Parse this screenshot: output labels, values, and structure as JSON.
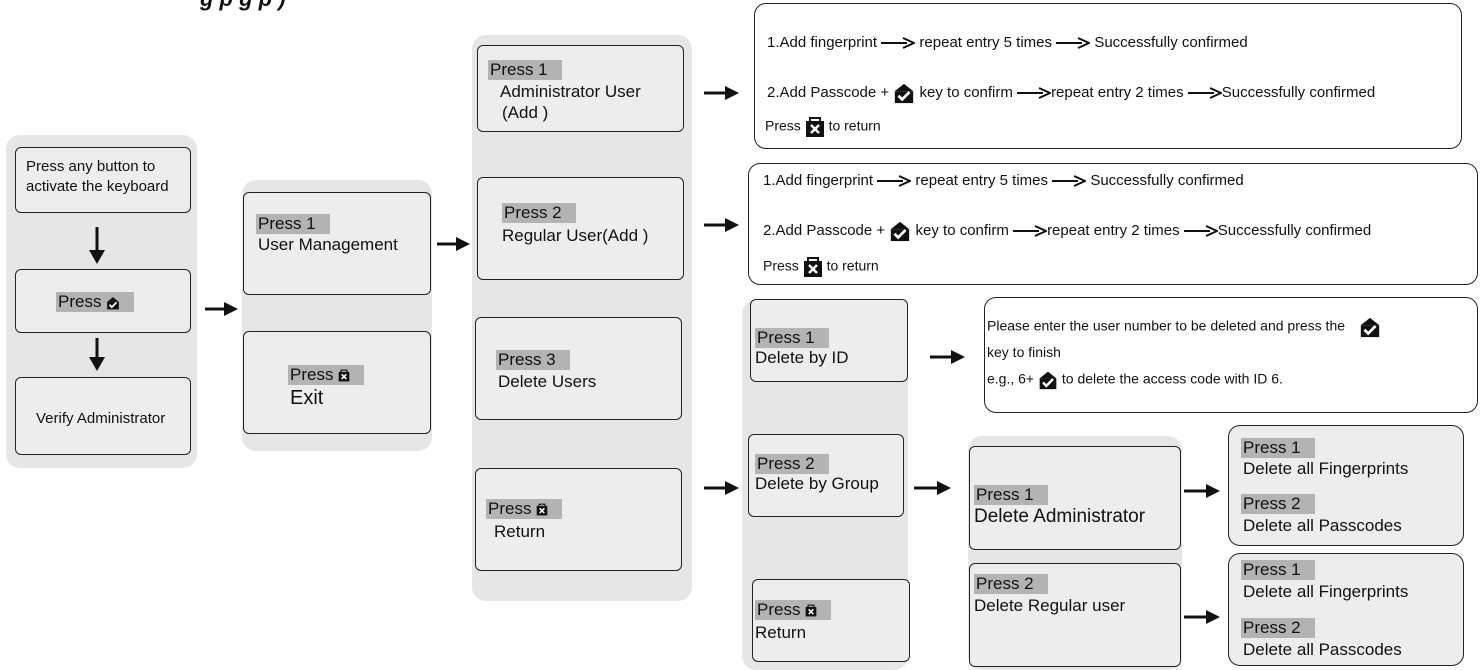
{
  "title": "g                                              p               g p     )",
  "col1": {
    "box_activate": [
      "Press any button to",
      "activate the keyboard"
    ],
    "box_press": "Press",
    "box_verify": "Verify Administrator"
  },
  "col2": {
    "user_mgmt": {
      "press": "Press 1",
      "label": "User Management"
    },
    "exit": {
      "press": "Press",
      "label": "Exit"
    }
  },
  "col3": {
    "admin_add": {
      "press": "Press 1",
      "label1": "Administrator User",
      "label2": "(Add )"
    },
    "regular_add": {
      "press": "Press 2",
      "label": "Regular User(Add )"
    },
    "delete_users": {
      "press": "Press 3",
      "label": "Delete Users"
    },
    "return": {
      "press": "Press",
      "label": "Return"
    }
  },
  "admin_detail": {
    "line1": [
      "1.Add fingerprint",
      "repeat entry 5 times",
      "Successfully confirmed"
    ],
    "line2": [
      "2.Add Passcode +",
      "key to confirm",
      "repeat entry 2 times",
      "Successfully confirmed"
    ],
    "line3": [
      "Press",
      "to return"
    ]
  },
  "regular_detail": {
    "line1": [
      "1.Add fingerprint",
      "repeat entry 5 times",
      "Successfully confirmed"
    ],
    "line2": [
      "2.Add Passcode +",
      "key to confirm",
      "repeat entry 2 times",
      "Successfully confirmed"
    ],
    "line3": [
      "Press",
      "to return"
    ]
  },
  "col4": {
    "delete_by_id": {
      "press": "Press 1",
      "label": "Delete by  ID"
    },
    "delete_by_group": {
      "press": "Press 2",
      "label": "Delete by Group"
    },
    "return": {
      "press": "Press",
      "label": "Return"
    }
  },
  "delete_id_detail": {
    "line1": "Please enter the user number to be deleted and press the",
    "line2": "key to finish",
    "line3a": "e.g., 6+",
    "line3b": "to delete the access code with ID 6."
  },
  "col5": {
    "delete_admin": {
      "press": "Press 1",
      "label": "Delete Administrator"
    },
    "delete_regular": {
      "press": "Press 2",
      "label": "Delete  Regular user"
    }
  },
  "col6": {
    "admin_opts": [
      {
        "press": "Press 1",
        "label": "Delete all Fingerprints"
      },
      {
        "press": "Press 2",
        "label": "Delete all Passcodes"
      }
    ],
    "regular_opts": [
      {
        "press": "Press 1",
        "label": "Delete all Fingerprints"
      },
      {
        "press": "Press 2",
        "label": "Delete all Passcodes"
      }
    ]
  },
  "colors": {
    "panel": "#e6e6e6",
    "box": "#ededed",
    "highlight": "#b3b3b3",
    "stroke": "#222222"
  },
  "icons": [
    "confirm-key-icon",
    "cancel-key-icon",
    "arrow-right-icon",
    "arrow-down-icon"
  ]
}
